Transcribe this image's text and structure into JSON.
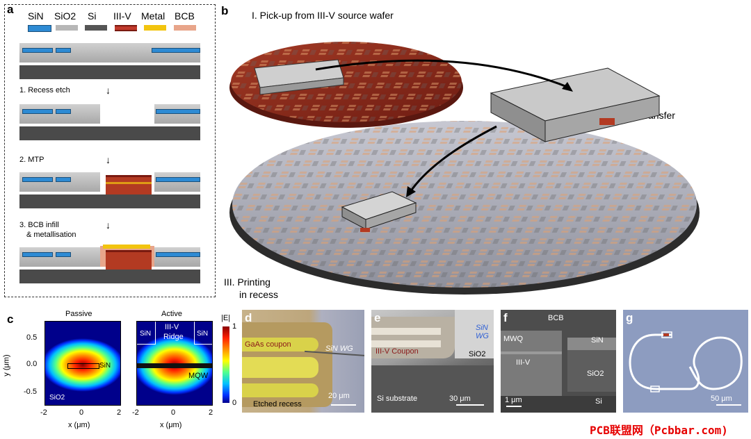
{
  "panel_a": {
    "label": "a",
    "legend": [
      {
        "text": "SiN",
        "color": "#2e8bd4"
      },
      {
        "text": "SiO2",
        "color": "#b7b7b7"
      },
      {
        "text": "Si",
        "color": "#555555"
      },
      {
        "text": "III-V",
        "color": "#c0392b"
      },
      {
        "text": "Metal",
        "color": "#f2c40f"
      },
      {
        "text": "BCB",
        "color": "#e8a58a"
      }
    ],
    "step1": "1. Recess etch",
    "step2": "2. MTP",
    "step3_line1": "3. BCB infill",
    "step3_line2": "& metallisation"
  },
  "panel_b": {
    "label": "b",
    "pickup": "I. Pick-up from III-V source wafer",
    "transfer": "II. Transfer",
    "printing_line1": "III. Printing",
    "printing_line2": "in recess"
  },
  "panel_c": {
    "label": "c",
    "passive_title": "Passive",
    "active_title": "Active",
    "ylabel": "y (μm)",
    "xlabel": "x (μm)",
    "yticks": [
      "0.5",
      "0.0",
      "-0.5"
    ],
    "xticks": [
      "-2",
      "0",
      "2"
    ],
    "sin": "SiN",
    "sio2": "SiO2",
    "sin_left": "SiN",
    "sin_right": "SiN",
    "ridge_line1": "III-V",
    "ridge_line2": "Ridge",
    "mqw": "MQW",
    "cbar_label": "|E|",
    "cbar_max": "1",
    "cbar_min": "0"
  },
  "panel_d": {
    "label": "d",
    "coupon": "GaAs coupon",
    "wg": "SiN WG",
    "recess": "Etched recess",
    "scale": "20 μm"
  },
  "panel_e": {
    "label": "e",
    "wg": "SiN WG",
    "coupon": "III-V Coupon",
    "sio2": "SiO2",
    "substrate": "Si substrate",
    "scale": "30 μm"
  },
  "panel_f": {
    "label": "f",
    "bcb": "BCB",
    "mwq": "MWQ",
    "iiiv": "III-V",
    "sin": "SiN",
    "sio2": "SiO2",
    "si": "Si",
    "scale": "1 μm"
  },
  "panel_g": {
    "label": "g",
    "scale": "50 μm"
  },
  "watermark": "PCB联盟网（Pcbbar.com)"
}
